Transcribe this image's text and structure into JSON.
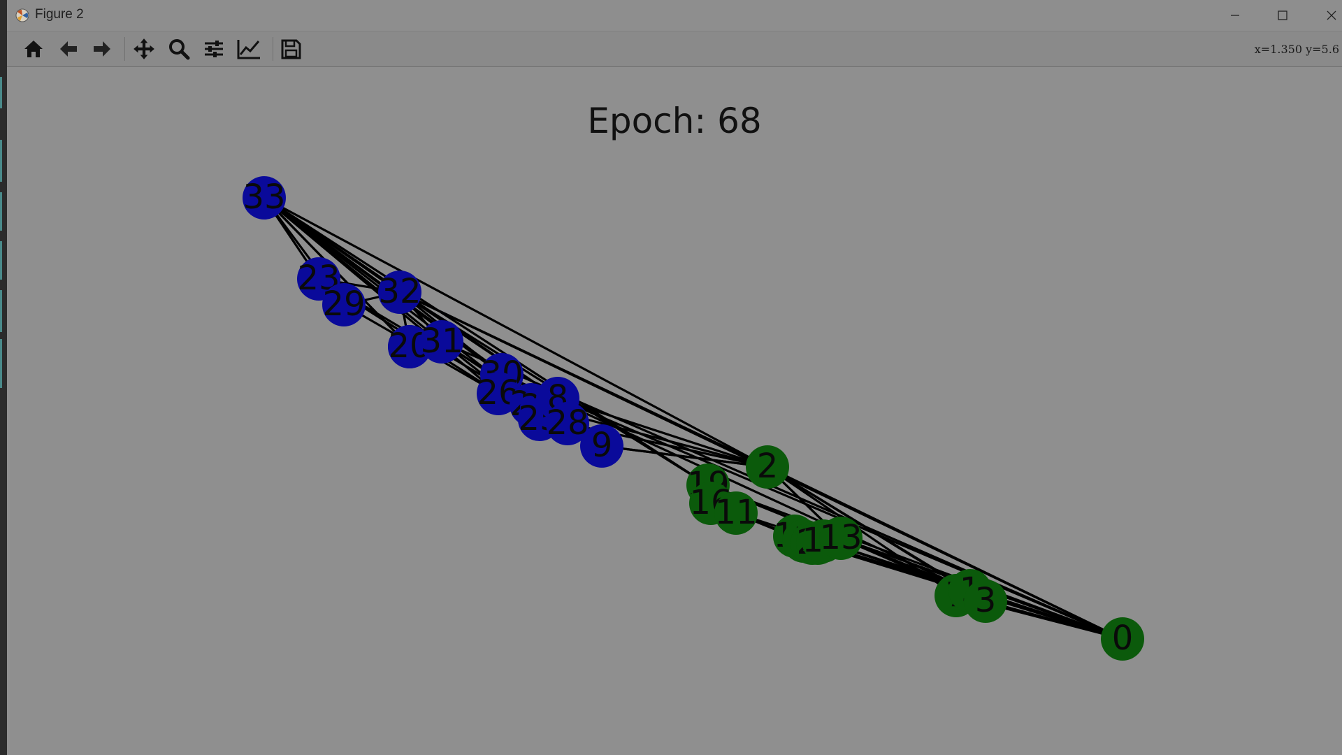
{
  "window": {
    "title": "Figure 2",
    "controls": [
      "minimize",
      "maximize",
      "close"
    ]
  },
  "toolbar": {
    "buttons": [
      {
        "name": "home",
        "icon": "home-icon"
      },
      {
        "name": "back",
        "icon": "arrow-left-icon"
      },
      {
        "name": "forward",
        "icon": "arrow-right-icon"
      },
      {
        "name": "pan",
        "icon": "move-icon"
      },
      {
        "name": "zoom",
        "icon": "zoom-icon"
      },
      {
        "name": "configure-subplots",
        "icon": "sliders-icon"
      },
      {
        "name": "edit-axis",
        "icon": "chart-line-icon"
      },
      {
        "name": "save",
        "icon": "save-icon"
      }
    ],
    "coords": "x=1.350  y=5.6"
  },
  "figure": {
    "title": "Epoch: 68"
  },
  "colors": {
    "blue": "#0a0a9a",
    "green": "#0b5a0b",
    "edge": "#000000"
  }
}
